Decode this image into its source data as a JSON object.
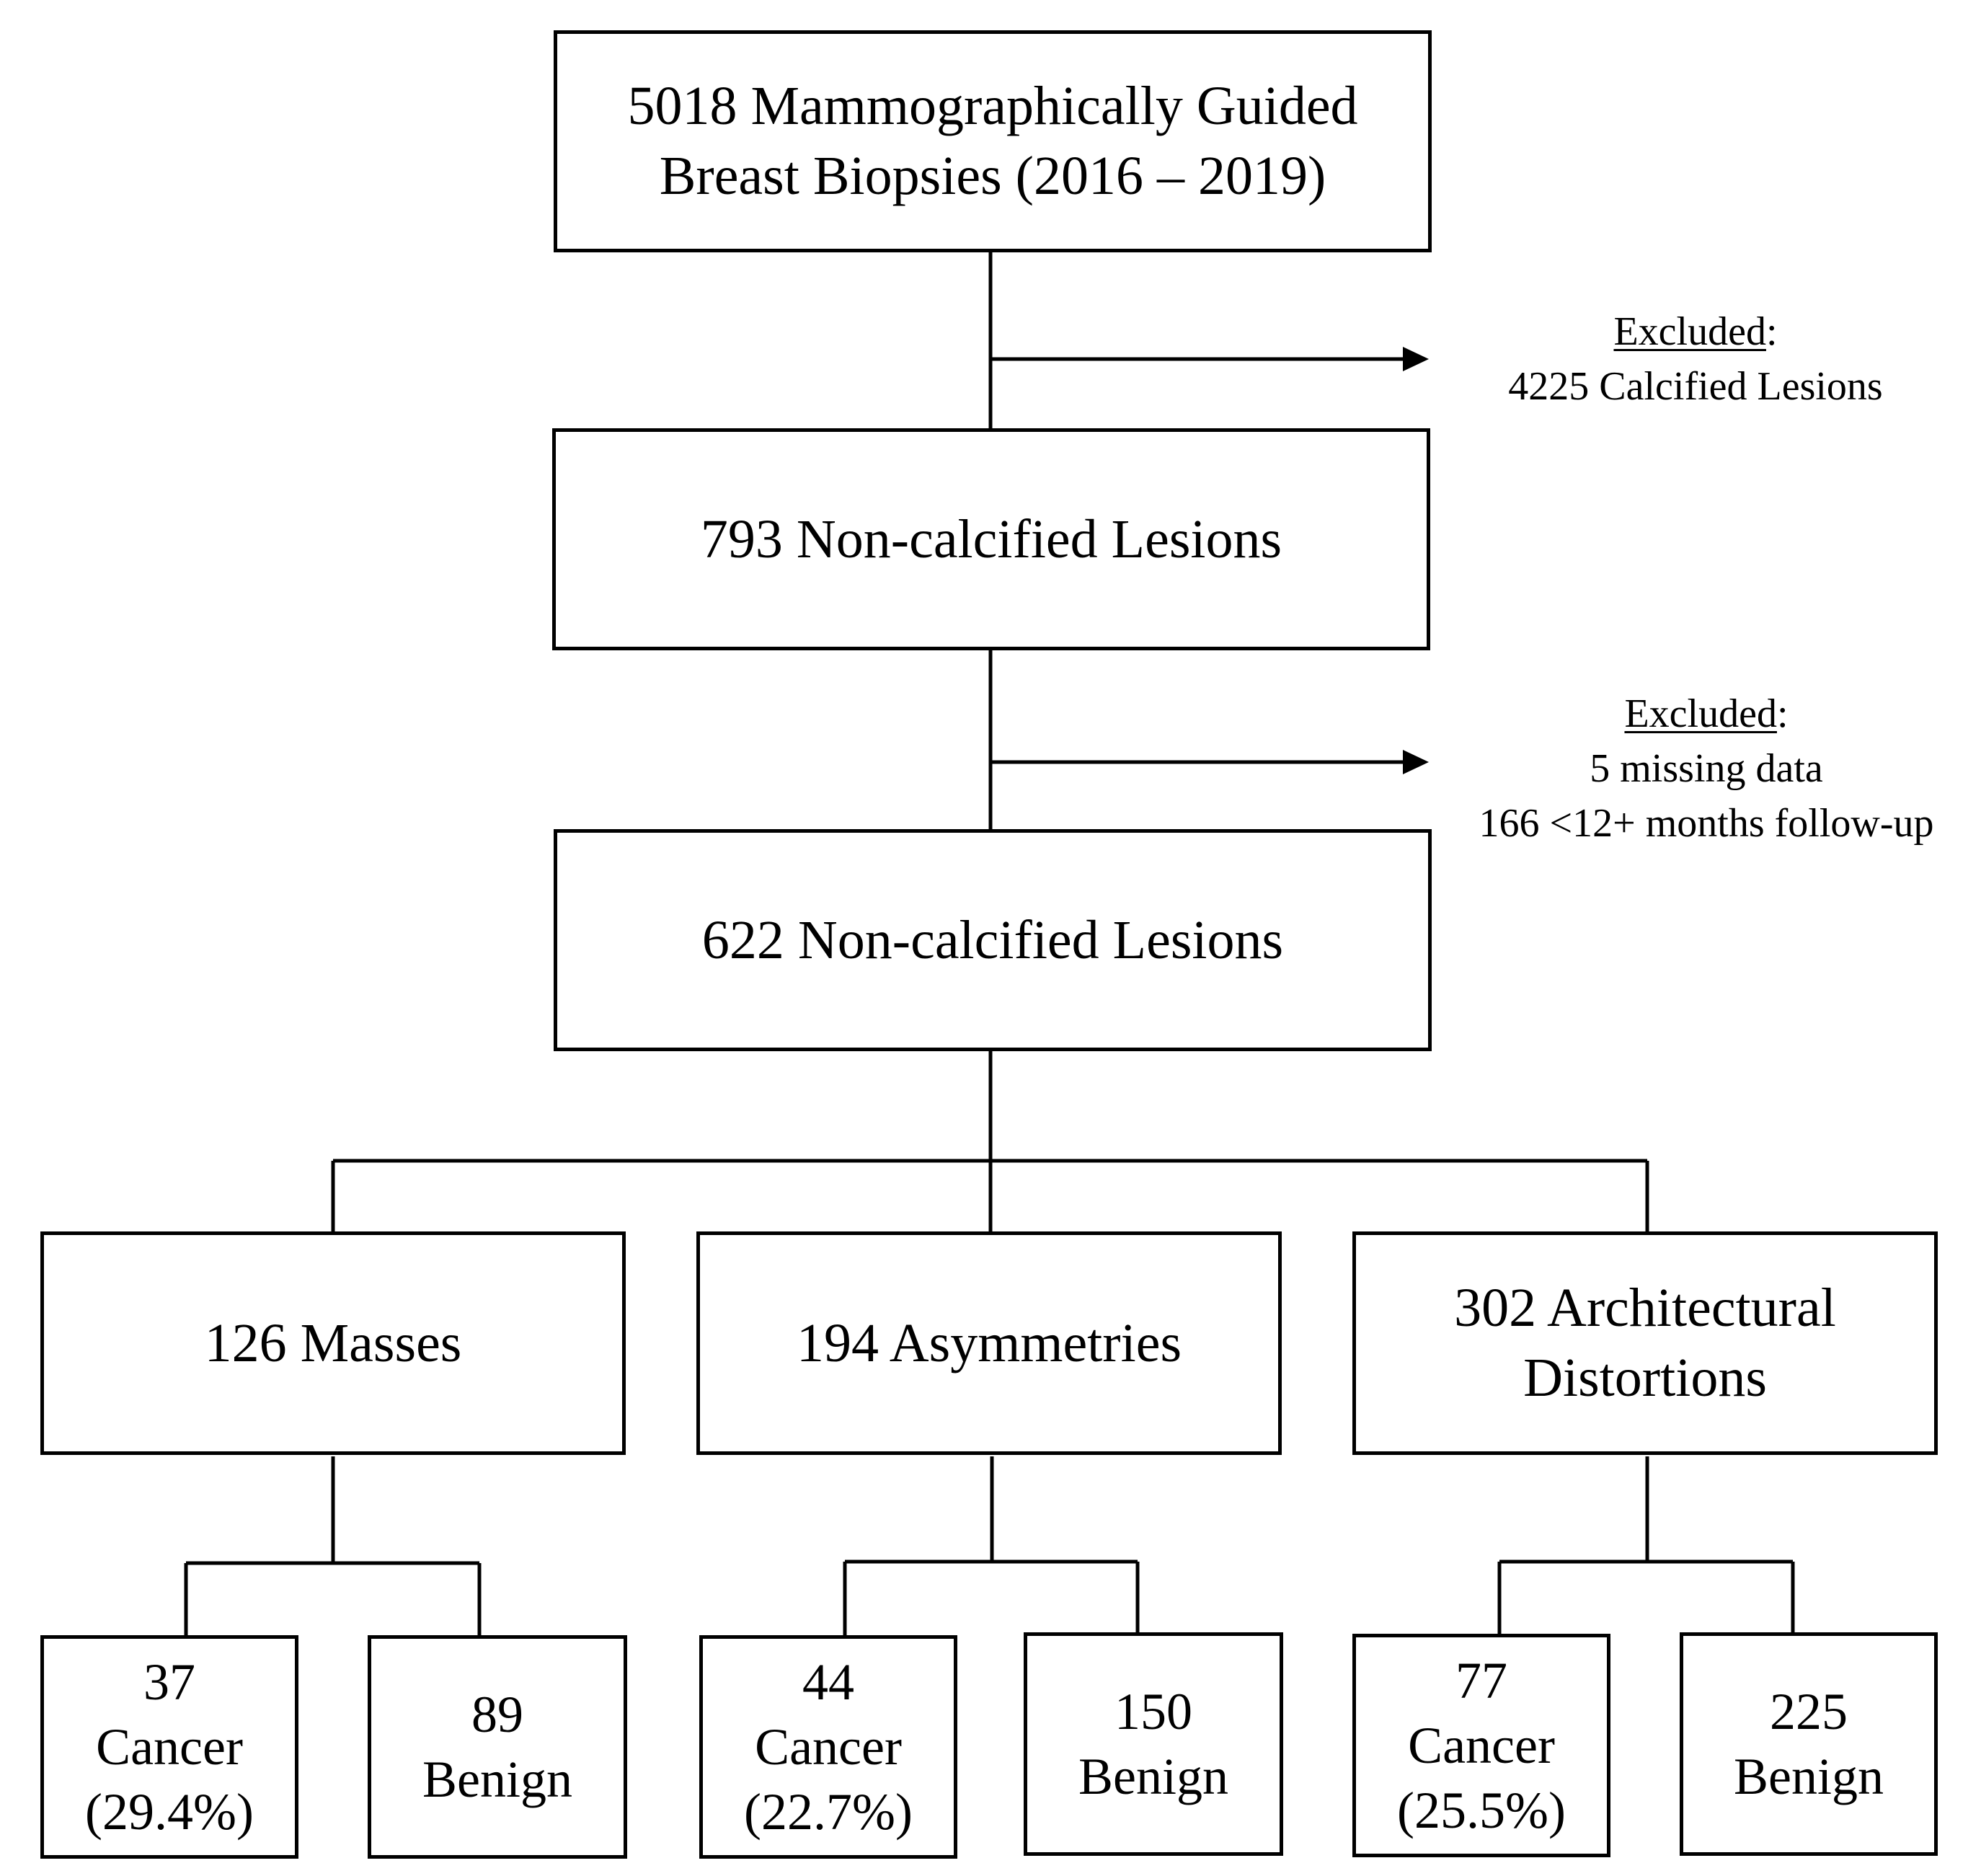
{
  "boxes": {
    "total": {
      "lines": [
        "5018 Mammographically Guided",
        "Breast Biopsies (2016 – 2019)"
      ]
    },
    "noncalc1": {
      "text": "793 Non-calcified Lesions"
    },
    "noncalc2": {
      "text": "622 Non-calcified Lesions"
    },
    "masses": {
      "text": "126 Masses"
    },
    "asymmetries": {
      "text": "194 Asymmetries"
    },
    "distortions": {
      "lines": [
        "302 Architectural",
        "Distortions"
      ]
    },
    "masses_cancer": {
      "count": "37",
      "label": "Cancer",
      "pct": "(29.4%)"
    },
    "masses_benign": {
      "count": "89",
      "label": "Benign"
    },
    "asym_cancer": {
      "count": "44",
      "label": "Cancer",
      "pct": "(22.7%)"
    },
    "asym_benign": {
      "count": "150",
      "label": "Benign"
    },
    "dist_cancer": {
      "count": "77",
      "label": "Cancer",
      "pct": "(25.5%)"
    },
    "dist_benign": {
      "count": "225",
      "label": "Benign"
    }
  },
  "exclusions": {
    "first": {
      "heading": "Excluded",
      "items": [
        "4225 Calcified Lesions"
      ]
    },
    "second": {
      "heading": "Excluded",
      "items": [
        "5 missing data",
        "166 <12+ months follow-up"
      ]
    }
  }
}
